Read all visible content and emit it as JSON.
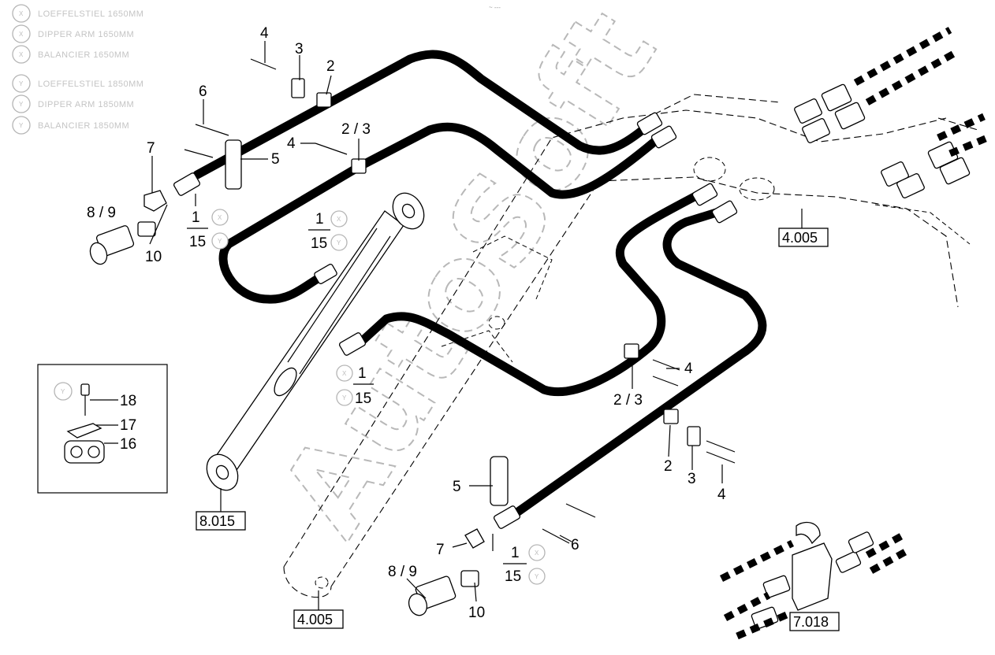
{
  "title_mark": "~ ---",
  "legend": [
    {
      "symbol": "X",
      "text": "LOEFFELSTIEL 1650MM"
    },
    {
      "symbol": "X",
      "text": "DIPPER ARM 1650MM"
    },
    {
      "symbol": "X",
      "text": "BALANCIER 1650MM"
    },
    {
      "symbol": "Y",
      "text": "LOEFFELSTIEL 1850MM"
    },
    {
      "symbol": "Y",
      "text": "DIPPER ARM 1850MM"
    },
    {
      "symbol": "Y",
      "text": "BALANCIER 1850MM"
    }
  ],
  "watermark": "AutoSoft",
  "callouts": {
    "c4a": "4",
    "c3a": "3",
    "c2a": "2",
    "c6a": "6",
    "c5a": "5",
    "c7a": "7",
    "c89a": "8 / 9",
    "c10a": "10",
    "c1a": "1",
    "c15a": "15",
    "c23a": "2 / 3",
    "c4b": "4",
    "c1b": "1",
    "c15b": "15",
    "c1c": "1",
    "c15c": "15",
    "c4c": "4",
    "c23b": "2 / 3",
    "c2b": "2",
    "c3b": "3",
    "c4d": "4",
    "c5b": "5",
    "c7b": "7",
    "c6b": "6",
    "c1d": "1",
    "c15d": "15",
    "c89b": "8 / 9",
    "c10b": "10",
    "c18": "18",
    "c17": "17",
    "c16": "16"
  },
  "circle_symbols": {
    "s1a": "X",
    "s15a": "Y",
    "s1b": "X",
    "s15b": "Y",
    "s1c": "X",
    "s15c": "Y",
    "s1d": "X",
    "s15d": "Y",
    "inset": "Y"
  },
  "references": {
    "r1": "4.005",
    "r2": "8.015",
    "r3": "4.005",
    "r4": "7.018"
  }
}
